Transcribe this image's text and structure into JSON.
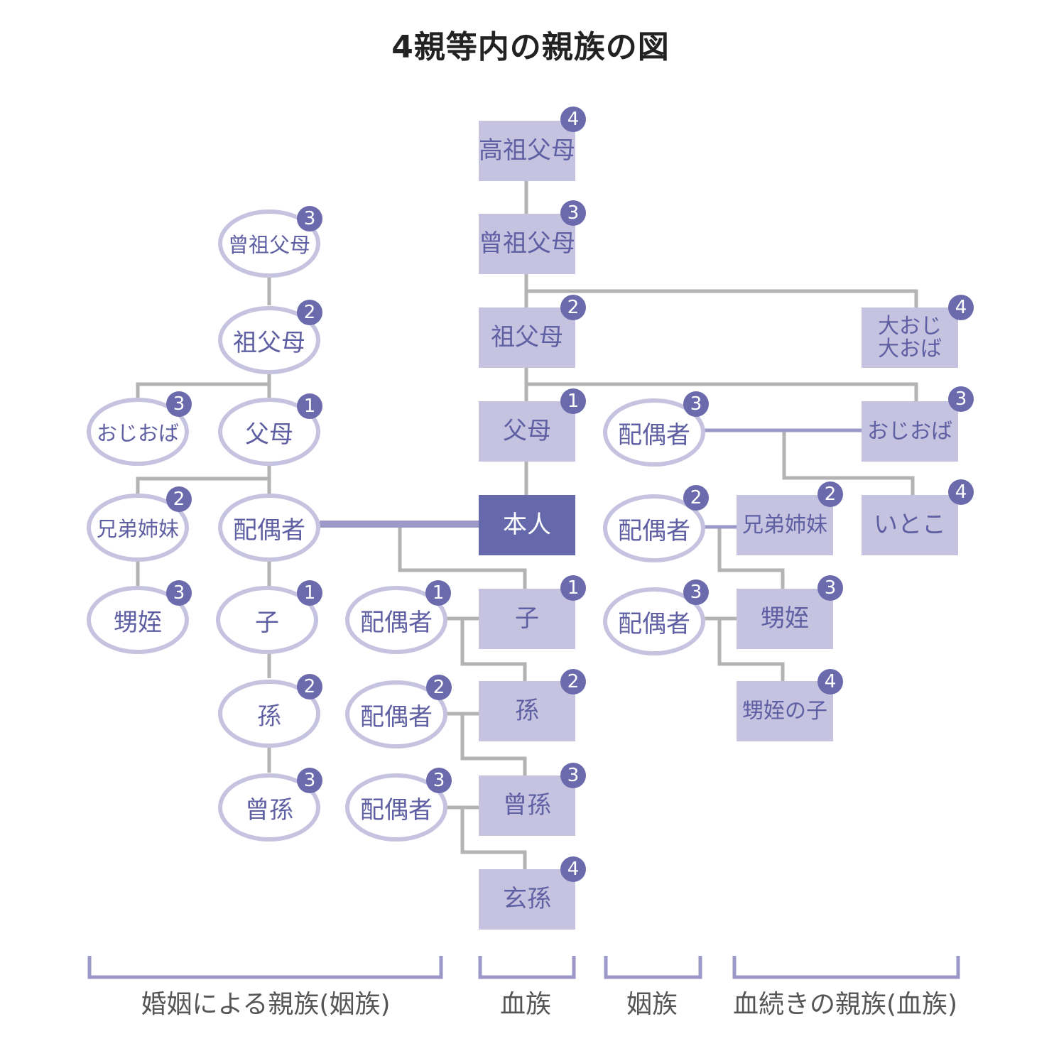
{
  "title": "4親等内の親族の図",
  "blood": {
    "kouso": {
      "label": "高祖父母",
      "degree": "4"
    },
    "sooso": {
      "label": "曾祖父母",
      "degree": "3"
    },
    "sofubo": {
      "label": "祖父母",
      "degree": "2"
    },
    "fubo": {
      "label": "父母",
      "degree": "1"
    },
    "self": {
      "label": "本人"
    },
    "ko": {
      "label": "子",
      "degree": "1"
    },
    "mago": {
      "label": "孫",
      "degree": "2"
    },
    "himago": {
      "label": "曾孫",
      "degree": "3"
    },
    "yashago": {
      "label": "玄孫",
      "degree": "4"
    },
    "ooji": {
      "label": "大おじ大おば",
      "line1": "大おじ",
      "line2": "大おば",
      "degree": "4"
    },
    "oji": {
      "label": "おじおば",
      "degree": "3"
    },
    "itoko": {
      "label": "いとこ",
      "degree": "4"
    },
    "kyodai": {
      "label": "兄弟姉妹",
      "degree": "2"
    },
    "oimei": {
      "label": "甥姪",
      "degree": "3"
    },
    "oimeiko": {
      "label": "甥姪の子",
      "degree": "4"
    }
  },
  "affinity_right": [
    {
      "label": "配偶者",
      "degree": "3"
    },
    {
      "label": "配偶者",
      "degree": "2"
    },
    {
      "label": "配偶者",
      "degree": "3"
    }
  ],
  "affinity_mid": [
    {
      "label": "配偶者",
      "degree": "1"
    },
    {
      "label": "配偶者",
      "degree": "2"
    },
    {
      "label": "配偶者",
      "degree": "3"
    }
  ],
  "affinity_left": {
    "sooso": {
      "label": "曾祖父母",
      "degree": "3"
    },
    "sofubo": {
      "label": "祖父母",
      "degree": "2"
    },
    "fubo": {
      "label": "父母",
      "degree": "1"
    },
    "spouse": {
      "label": "配偶者"
    },
    "ko": {
      "label": "子",
      "degree": "1"
    },
    "mago": {
      "label": "孫",
      "degree": "2"
    },
    "himago": {
      "label": "曾孫",
      "degree": "3"
    },
    "oji": {
      "label": "おじおば",
      "degree": "3"
    },
    "kyodai": {
      "label": "兄弟姉妹",
      "degree": "2"
    },
    "oimei": {
      "label": "甥姪",
      "degree": "3"
    }
  },
  "legend": {
    "marriage": "婚姻による親族(姻族)",
    "blood": "血族",
    "inzoku": "姻族",
    "blood_rel": "血続きの親族(血族)"
  },
  "colors": {
    "box": "#c5c3e0",
    "self": "#6569ac",
    "badge": "#6a6aac",
    "line": "#b3b3b3",
    "marriage_line": "#9c99c8"
  }
}
